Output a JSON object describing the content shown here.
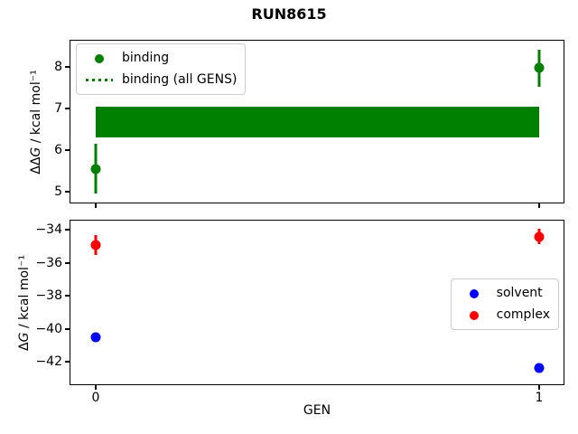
{
  "title": "RUN8615",
  "xlabel": "GEN",
  "chart_data": [
    {
      "type": "scatter",
      "title": "",
      "ylabel": {
        "pre": "ΔΔ",
        "italic": "G",
        "post": " / kcal mol⁻¹"
      },
      "ylim": [
        4.74,
        8.63
      ],
      "yticks": [
        5,
        6,
        7,
        8
      ],
      "ytick_labels": [
        "5",
        "6",
        "7",
        "8"
      ],
      "xlim": [
        -0.057,
        1.055
      ],
      "xticks": [
        0,
        1
      ],
      "xtick_labels": [
        "0",
        "1"
      ],
      "show_xtick_labels": false,
      "grid": false,
      "legend": {
        "location": "upper-left",
        "entries": [
          {
            "label": "binding",
            "marker": "dot",
            "color": "#008000"
          },
          {
            "label": "binding (all GENS)",
            "marker": "dotted-line",
            "color": "#008000"
          }
        ]
      },
      "series": [
        {
          "name": "binding",
          "kind": "errorbar",
          "color": "#008000",
          "x": [
            0,
            1
          ],
          "y": [
            5.55,
            7.97
          ],
          "yerr": [
            0.6,
            0.45
          ]
        },
        {
          "name": "binding (all GENS)",
          "kind": "band",
          "color": "#008000",
          "x": [
            0,
            1
          ],
          "ylow": 6.3,
          "yhigh": 7.05
        }
      ]
    },
    {
      "type": "scatter",
      "title": "",
      "ylabel": {
        "pre": "Δ",
        "italic": "G",
        "post": " / kcal mol⁻¹"
      },
      "ylim": [
        -43.36,
        -33.44
      ],
      "yticks": [
        -34,
        -36,
        -38,
        -40,
        -42
      ],
      "ytick_labels": [
        "−34",
        "−36",
        "−38",
        "−40",
        "−42"
      ],
      "xlim": [
        -0.057,
        1.055
      ],
      "xticks": [
        0,
        1
      ],
      "xtick_labels": [
        "0",
        "1"
      ],
      "show_xtick_labels": true,
      "grid": false,
      "legend": {
        "location": "center-right",
        "entries": [
          {
            "label": "solvent",
            "marker": "dot",
            "color": "#0000ff"
          },
          {
            "label": "complex",
            "marker": "dot",
            "color": "#ff0000"
          }
        ]
      },
      "series": [
        {
          "name": "solvent",
          "kind": "errorbar",
          "color": "#0000ff",
          "x": [
            0,
            1
          ],
          "y": [
            -40.5,
            -42.4
          ],
          "yerr": [
            0,
            0
          ]
        },
        {
          "name": "complex",
          "kind": "errorbar",
          "color": "#ff0000",
          "x": [
            0,
            1
          ],
          "y": [
            -34.9,
            -34.4
          ],
          "yerr": [
            0.6,
            0.45
          ]
        }
      ]
    }
  ]
}
